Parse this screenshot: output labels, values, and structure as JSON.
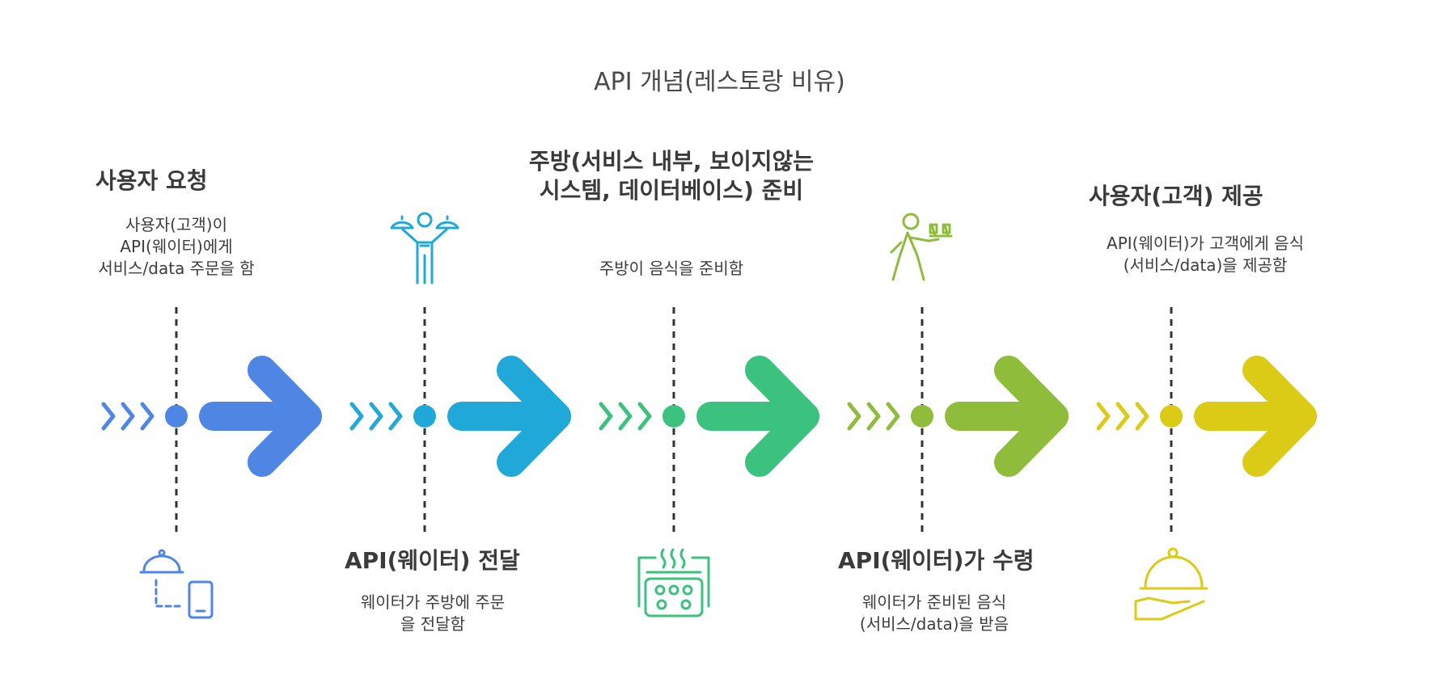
{
  "title": "API 개념(레스토랑 비유)",
  "colors": {
    "step1": "#4f86e3",
    "step2": "#1fa8d8",
    "step3": "#3cc27f",
    "step4": "#8fbc3a",
    "step5": "#dccb16",
    "text": "#3a3a3a",
    "dash": "#333333"
  },
  "steps": [
    {
      "heading": "사용자 요청",
      "desc": [
        "사용자(고객)이",
        "API(웨이터)에게",
        "서비스/data 주문을 함"
      ],
      "icon": "tray-and-phone-icon"
    },
    {
      "heading": "API(웨이터) 전달",
      "desc": [
        "웨이터가 주방에 주문",
        "을 전달함"
      ],
      "icon": "waiter-with-trays-icon"
    },
    {
      "heading": [
        "주방(서비스 내부, 보이지않는",
        "시스템, 데이터베이스) 준비"
      ],
      "desc": [
        "주방이 음식을 준비함"
      ],
      "icon": "stove-cooking-icon"
    },
    {
      "heading": "API(웨이터)가 수령",
      "desc": [
        "웨이터가 준비된 음식",
        "(서비스/data)을 받음"
      ],
      "icon": "walking-waiter-icon"
    },
    {
      "heading": "사용자(고객) 제공",
      "desc": [
        "API(웨이터)가 고객에게 음식",
        "(서비스/data)을 제공함"
      ],
      "icon": "serving-cloche-icon"
    }
  ]
}
